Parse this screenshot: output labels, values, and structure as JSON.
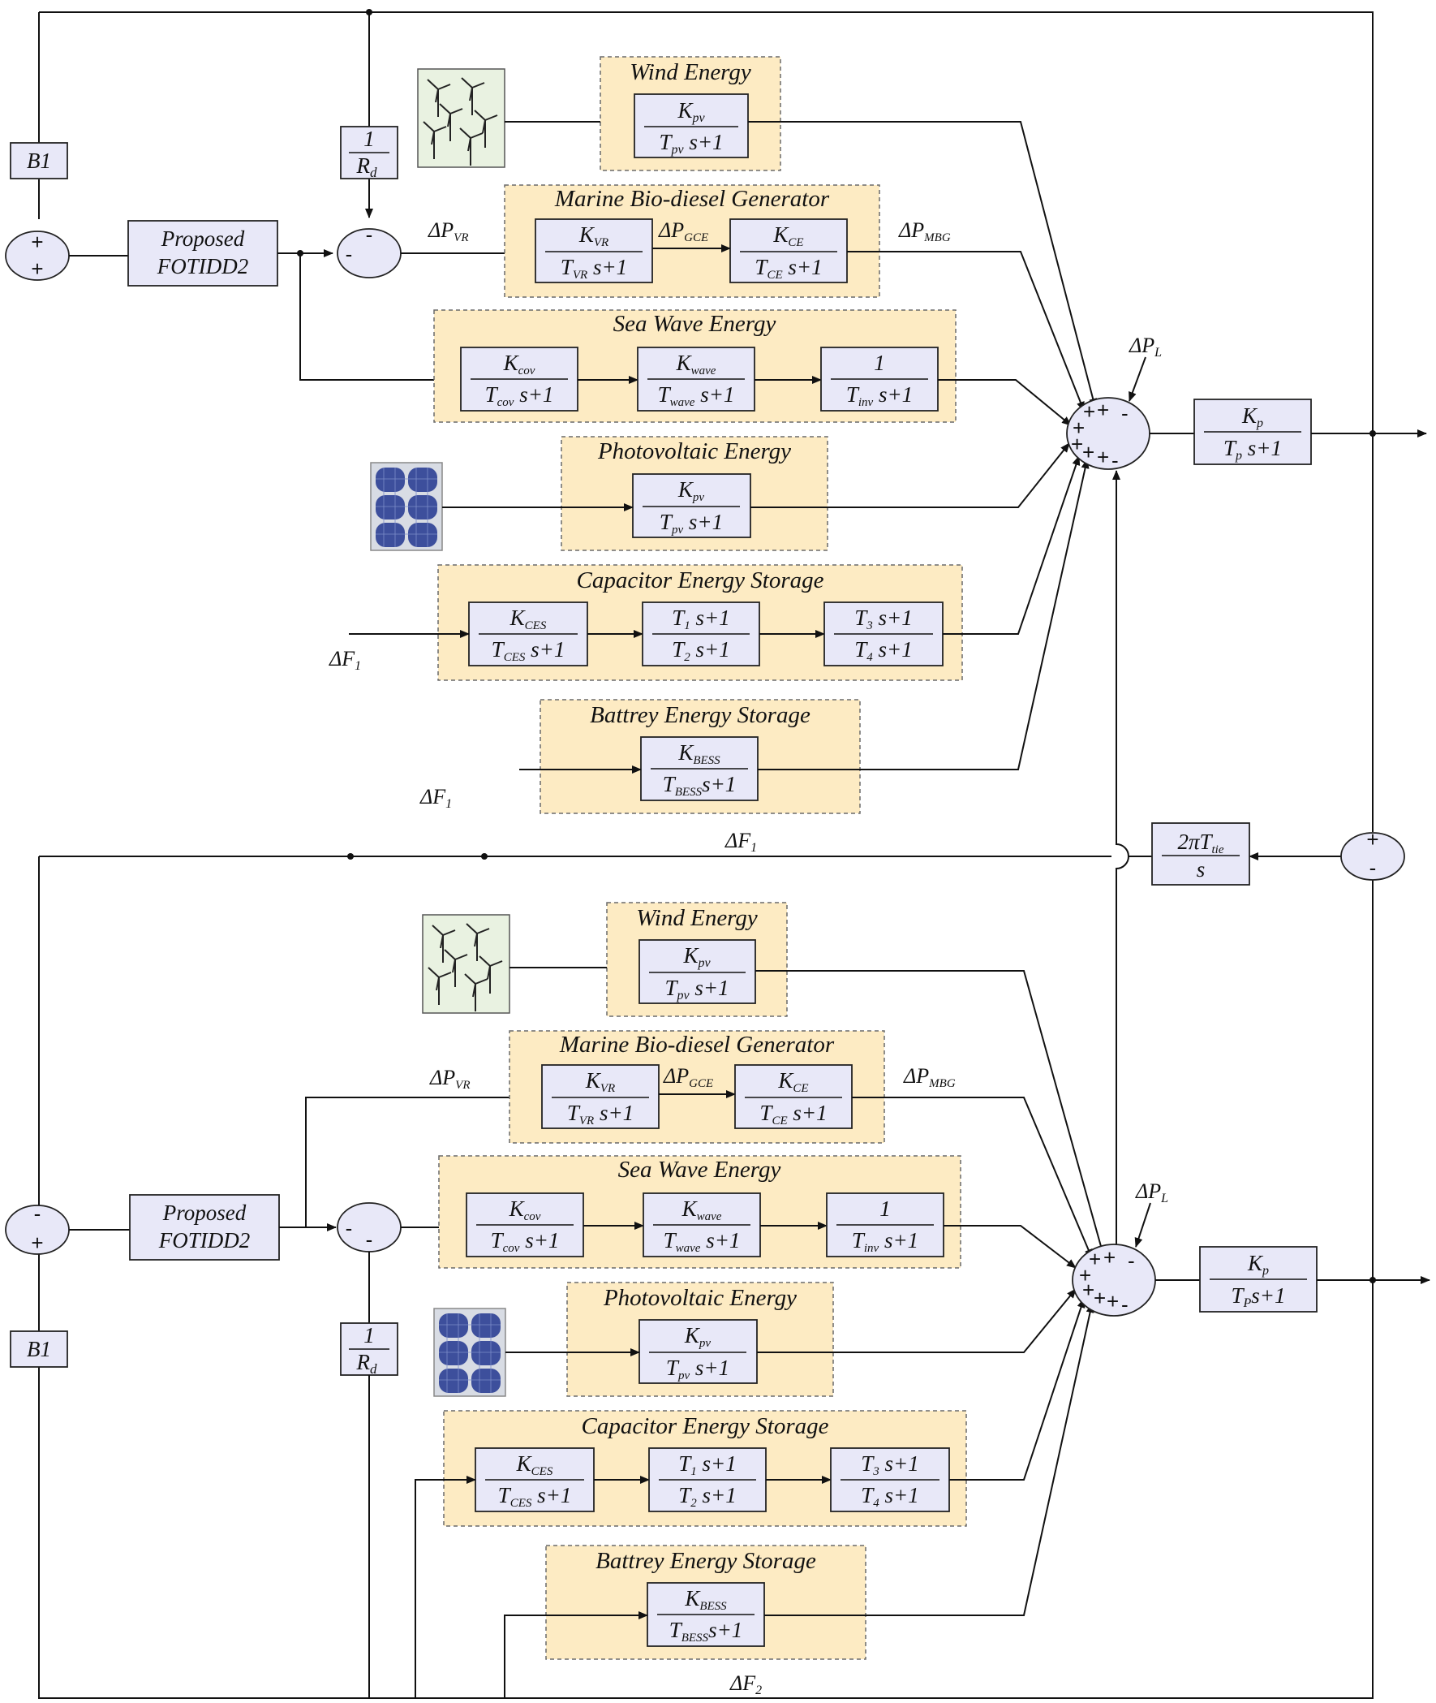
{
  "labels": {
    "top_wind": "Wind Energy",
    "top_mbg": "Marine Bio-diesel Generator",
    "top_sea": "Sea Wave Energy",
    "top_pv": "Photovoltaic Energy",
    "top_ces": "Capacitor Energy Storage",
    "top_bess": "Battrey Energy Storage",
    "bot_wind": "Wind Energy",
    "bot_mbg": "Marine Bio-diesel Generator",
    "bot_sea": "Sea Wave Energy",
    "bot_pv": "Photovoltaic Energy",
    "bot_ces": "Capacitor Energy Storage",
    "bot_bess": "Battrey Energy Storage"
  },
  "controller": {
    "top_1": "Proposed",
    "top_2": "FOTIDD2",
    "bot_1": "Proposed",
    "bot_2": "FOTIDD2"
  },
  "gain": {
    "top_b1": "B1",
    "bot_b1": "B1",
    "top_r_num": "1",
    "top_r_den": "R",
    "top_r_sub": "d",
    "bot_r_num": "1",
    "bot_r_den": "R",
    "bot_r_sub": "d"
  },
  "tf": {
    "wind_num": "K",
    "wind_num_sub": "pv",
    "wind_den": "T",
    "wind_den_sub": "pv",
    "wind_den_tail": " s+1",
    "vr_num": "K",
    "vr_num_sub": "VR",
    "vr_den": "T",
    "vr_den_sub": "VR",
    "vr_den_tail": " s+1",
    "ce_num": "K",
    "ce_num_sub": "CE",
    "ce_den": "T",
    "ce_den_sub": "CE",
    "ce_den_tail": " s+1",
    "cov_num": "K",
    "cov_num_sub": "cov",
    "cov_den": "T",
    "cov_den_sub": "cov",
    "cov_den_tail": " s+1",
    "wave_num": "K",
    "wave_num_sub": "wave",
    "wave_den": "T",
    "wave_den_sub": "wave",
    "wave_den_tail": " s+1",
    "inv_num": "1",
    "inv_den": "T",
    "inv_den_sub": "inv",
    "inv_den_tail": " s+1",
    "pv_num": "K",
    "pv_num_sub": "pv",
    "pv_den": "T",
    "pv_den_sub": "pv",
    "pv_den_tail": " s+1",
    "ces_num": "K",
    "ces_num_sub": "CES",
    "ces_den": "T",
    "ces_den_sub": "CES",
    "ces_den_tail": " s+1",
    "lead1_num": "T",
    "lead1_num_sub": "1",
    "lead1_num_tail": " s+1",
    "lead1_den": "T",
    "lead1_den_sub": "2",
    "lead1_den_tail": " s+1",
    "lead2_num": "T",
    "lead2_num_sub": "3",
    "lead2_num_tail": " s+1",
    "lead2_den": "T",
    "lead2_den_sub": "4",
    "lead2_den_tail": " s+1",
    "bess_num": "K",
    "bess_num_sub": "BESS",
    "bess_den": "T",
    "bess_den_sub": "BESS",
    "bess_den_tail": "s+1",
    "plant_num": "K",
    "plant_num_sub": "p",
    "top_plant_den": "T",
    "top_plant_den_sub": "p",
    "top_plant_den_tail": " s+1",
    "bot_plant_den": "T",
    "bot_plant_den_sub": "P",
    "bot_plant_den_tail": "s+1",
    "tie_num": "2πT",
    "tie_num_sub": "tie",
    "tie_den": "s"
  },
  "signals": {
    "delta_p": "ΔP",
    "delta_f": "ΔF",
    "vr_sub": "VR",
    "gce_sub": "GCE",
    "mbg_sub": "MBG",
    "load_sub": "L",
    "f1_sub": "1",
    "f2_sub": "2"
  },
  "signs": {
    "plus": "+",
    "minus": "-"
  },
  "icons": [
    "wind-turbines-icon",
    "solar-panel-icon"
  ],
  "colors": {
    "group_fill": "#fdebc3",
    "block_fill": "#e8e8f8",
    "panel_blue": "#3d4f9c",
    "wind_bg": "#e9f2e1"
  }
}
